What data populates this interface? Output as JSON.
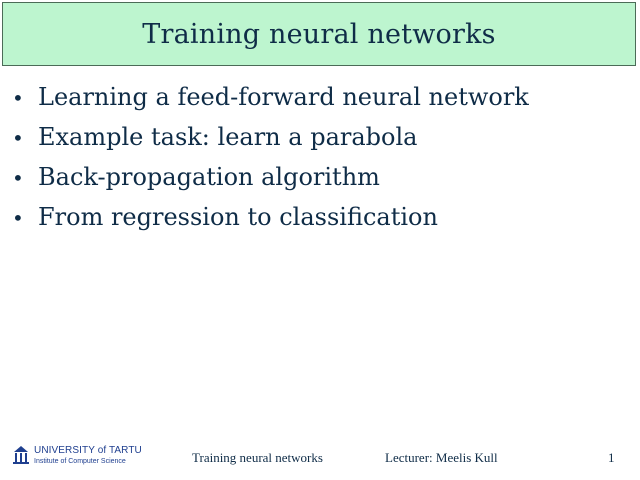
{
  "slide": {
    "title": "Training neural networks",
    "bullets": [
      {
        "marker": "•",
        "text": "Learning a feed-forward neural network"
      },
      {
        "marker": "•",
        "text": "Example task: learn a parabola"
      },
      {
        "marker": "•",
        "text": "Back-propagation algorithm"
      },
      {
        "marker": "•",
        "text": "From regression to classification"
      }
    ]
  },
  "footer": {
    "logo": {
      "icon": "university-seal-icon",
      "line1": "UNIVERSITY of TARTU",
      "line2": "Institute of Computer Science"
    },
    "presentation_title": "Training neural networks",
    "lecturer": "Lecturer: Meelis Kull",
    "page_number": "1"
  },
  "colors": {
    "title_background": "#bdf5cf",
    "title_border": "#4b6b57",
    "text": "#0f2c47",
    "logo": "#1f3f8f"
  }
}
